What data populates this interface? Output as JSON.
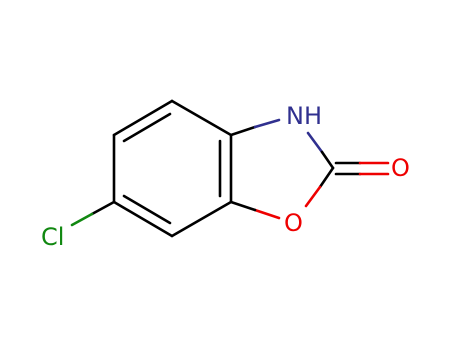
{
  "colors": {
    "carbon_bond": "#000000",
    "nitrogen": "#30308f",
    "oxygen": "#ee0000",
    "chlorine": "#118811"
  },
  "atoms": {
    "nh": {
      "text": "NH",
      "element": "N"
    },
    "ring_o": {
      "text": "O",
      "element": "O"
    },
    "carbonyl_o": {
      "text": "O",
      "element": "O"
    },
    "cl": {
      "text": "Cl",
      "element": "Cl"
    }
  }
}
